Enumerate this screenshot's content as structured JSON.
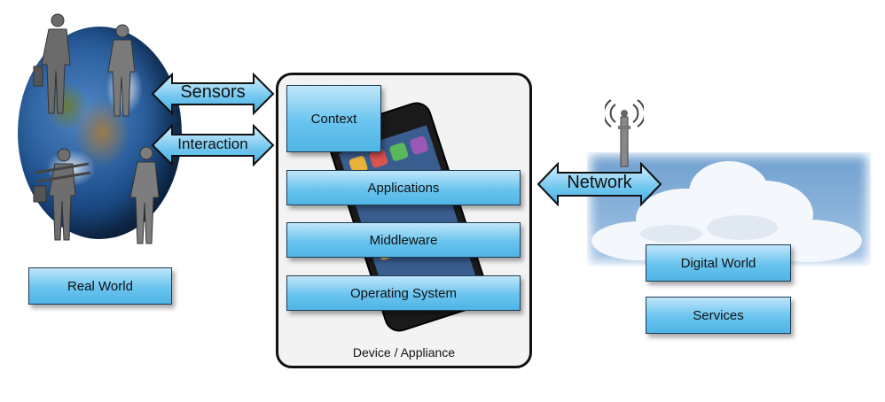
{
  "left": {
    "sensors_label": "Sensors",
    "interaction_label": "Interaction",
    "real_world_label": "Real World"
  },
  "device": {
    "context_label": "Context",
    "applications_label": "Applications",
    "middleware_label": "Middleware",
    "os_label": "Operating System",
    "caption": "Device / Appliance"
  },
  "right": {
    "network_label": "Network",
    "digital_world_label": "Digital World",
    "services_label": "Services"
  },
  "colors": {
    "box_blue": "#69c4ef",
    "cloud_sky": "#8fb6dc"
  }
}
